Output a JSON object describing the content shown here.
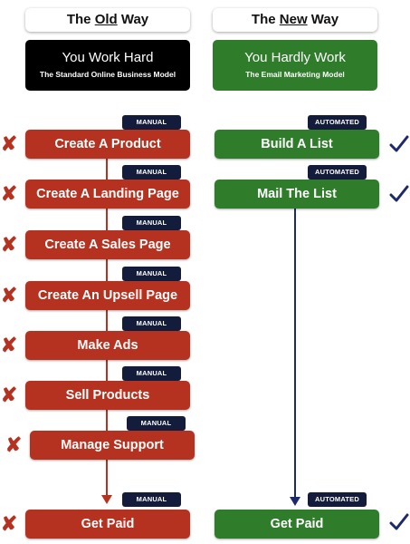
{
  "headers": {
    "old_prefix": "The ",
    "old_emphasis": "Old",
    "old_suffix": " Way",
    "new_prefix": "The ",
    "new_emphasis": "New",
    "new_suffix": " Way"
  },
  "old_model": {
    "title": "You Work Hard",
    "subtitle": "The Standard Online Business Model",
    "color": "#000000"
  },
  "new_model": {
    "title": "You Hardly Work",
    "subtitle": "The Email Marketing Model",
    "color": "#2f7d2a"
  },
  "old_steps": [
    {
      "label": "Create A Product",
      "tag": "MANUAL"
    },
    {
      "label": "Create A Landing Page",
      "tag": "MANUAL"
    },
    {
      "label": "Create A Sales Page",
      "tag": "MANUAL"
    },
    {
      "label": "Create An Upsell Page",
      "tag": "MANUAL"
    },
    {
      "label": "Make Ads",
      "tag": "MANUAL"
    },
    {
      "label": "Sell Products",
      "tag": "MANUAL"
    },
    {
      "label": "Manage Support",
      "tag": "MANUAL"
    },
    {
      "label": "Get Paid",
      "tag": "MANUAL"
    }
  ],
  "new_steps": [
    {
      "label": "Build A List",
      "tag": "AUTOMATED"
    },
    {
      "label": "Mail The List",
      "tag": "AUTOMATED"
    },
    {
      "label": "Get Paid",
      "tag": "AUTOMATED"
    }
  ],
  "icons": {
    "old_mark": "x-mark-icon",
    "new_mark": "check-icon"
  },
  "colors": {
    "old_accent": "#b53220",
    "new_accent": "#2f7d2a",
    "tag_background": "#141c3b",
    "new_arrow": "#1c2a6b"
  }
}
